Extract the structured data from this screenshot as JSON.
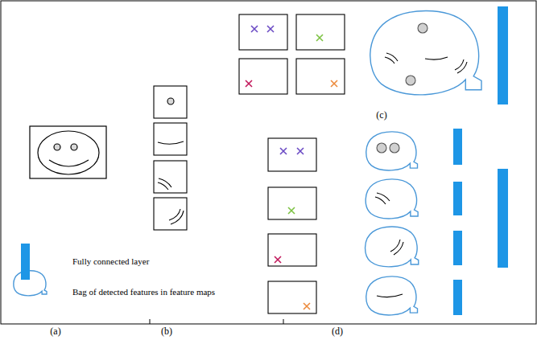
{
  "diagram": {
    "labels": [
      "(c)",
      "(a)",
      "(b)",
      "(d)"
    ],
    "legend": [
      {
        "text": "Fully connected layer",
        "color": "#1e96e6"
      },
      {
        "text": "Bag of detected features in feature maps"
      }
    ]
  }
}
